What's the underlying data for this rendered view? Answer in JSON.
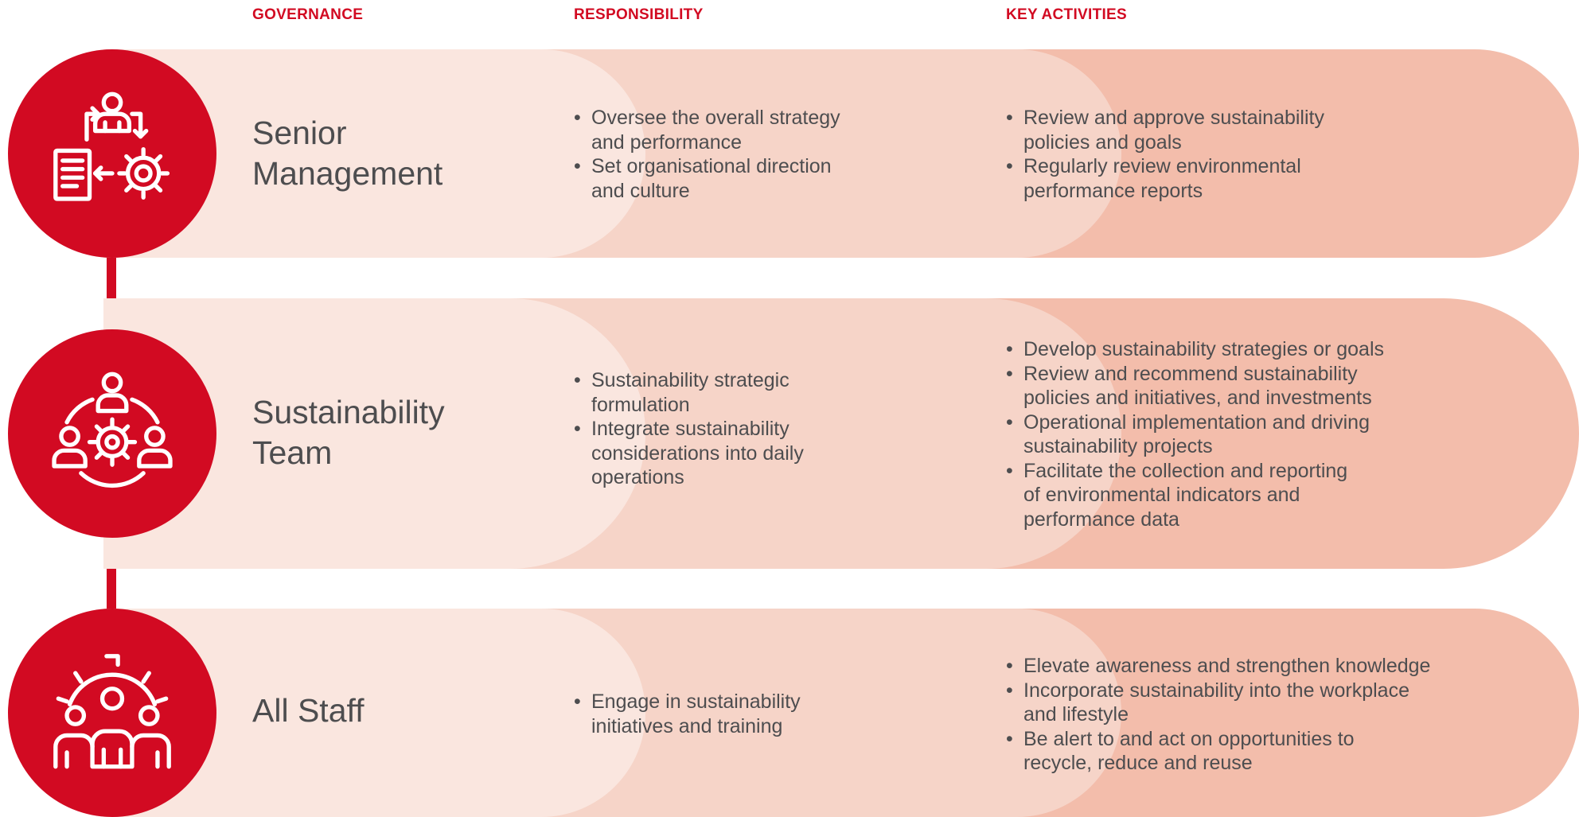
{
  "headers": {
    "governance": "GOVERNANCE",
    "responsibility": "RESPONSIBILITY",
    "key_activities": "KEY ACTIVITIES"
  },
  "colors": {
    "accent_red": "#d20a22",
    "pill_light": "#fae6df",
    "pill_mid": "#f6d4c8",
    "pill_dark": "#f3bdab",
    "text": "#4d4d4f"
  },
  "rows": [
    {
      "icon": "management-workflow-icon",
      "title_lines": [
        "Senior",
        "Management"
      ],
      "responsibility": [
        [
          "Oversee the overall strategy",
          "and performance"
        ],
        [
          "Set organisational direction",
          "and culture"
        ]
      ],
      "activities": [
        [
          "Review and approve sustainability",
          "policies and goals"
        ],
        [
          "Regularly review environmental",
          "performance reports"
        ]
      ]
    },
    {
      "icon": "team-gear-network-icon",
      "title_lines": [
        "Sustainability",
        "Team"
      ],
      "responsibility": [
        [
          "Sustainability strategic",
          "formulation"
        ],
        [
          "Integrate sustainability",
          "considerations into daily",
          "operations"
        ]
      ],
      "activities": [
        [
          "Develop sustainability strategies or goals"
        ],
        [
          "Review and recommend sustainability",
          "policies and initiatives, and investments"
        ],
        [
          "Operational implementation and driving",
          "sustainability projects"
        ],
        [
          "Facilitate the collection and reporting",
          "of environmental indicators and",
          "performance data"
        ]
      ]
    },
    {
      "icon": "staff-group-gear-icon",
      "title_lines": [
        "All Staff"
      ],
      "responsibility": [
        [
          "Engage in sustainability",
          "initiatives and training"
        ]
      ],
      "activities": [
        [
          "Elevate awareness and strengthen knowledge"
        ],
        [
          "Incorporate sustainability into the workplace",
          "and lifestyle"
        ],
        [
          "Be alert to and act on opportunities to",
          "recycle, reduce and reuse"
        ]
      ]
    }
  ]
}
